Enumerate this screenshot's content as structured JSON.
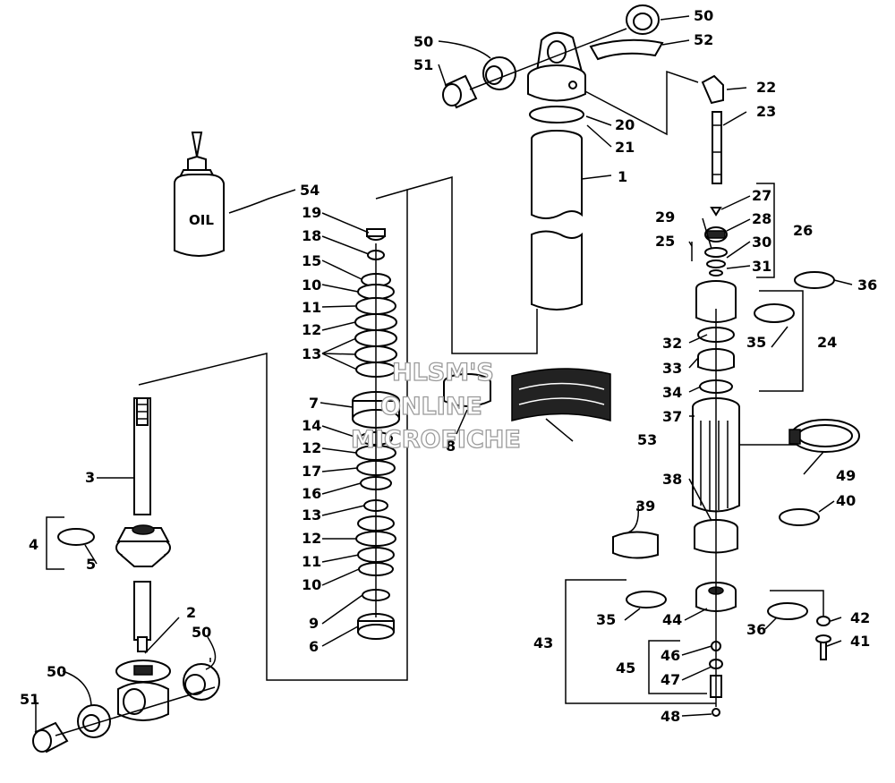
{
  "callouts": [
    "1",
    "2",
    "3",
    "4",
    "5",
    "6",
    "7",
    "8",
    "9",
    "10",
    "11",
    "12",
    "13",
    "14",
    "15",
    "16",
    "17",
    "18",
    "19",
    "20",
    "21",
    "22",
    "23",
    "24",
    "25",
    "26",
    "27",
    "28",
    "29",
    "30",
    "31",
    "32",
    "33",
    "34",
    "35",
    "36",
    "37",
    "38",
    "39",
    "40",
    "41",
    "42",
    "43",
    "44",
    "45",
    "46",
    "47",
    "48",
    "49",
    "50",
    "51",
    "52",
    "53",
    "54"
  ],
  "oil_label": "OIL",
  "watermark": [
    "HLSM'S",
    "ONLINE",
    "MICROFICHE"
  ]
}
